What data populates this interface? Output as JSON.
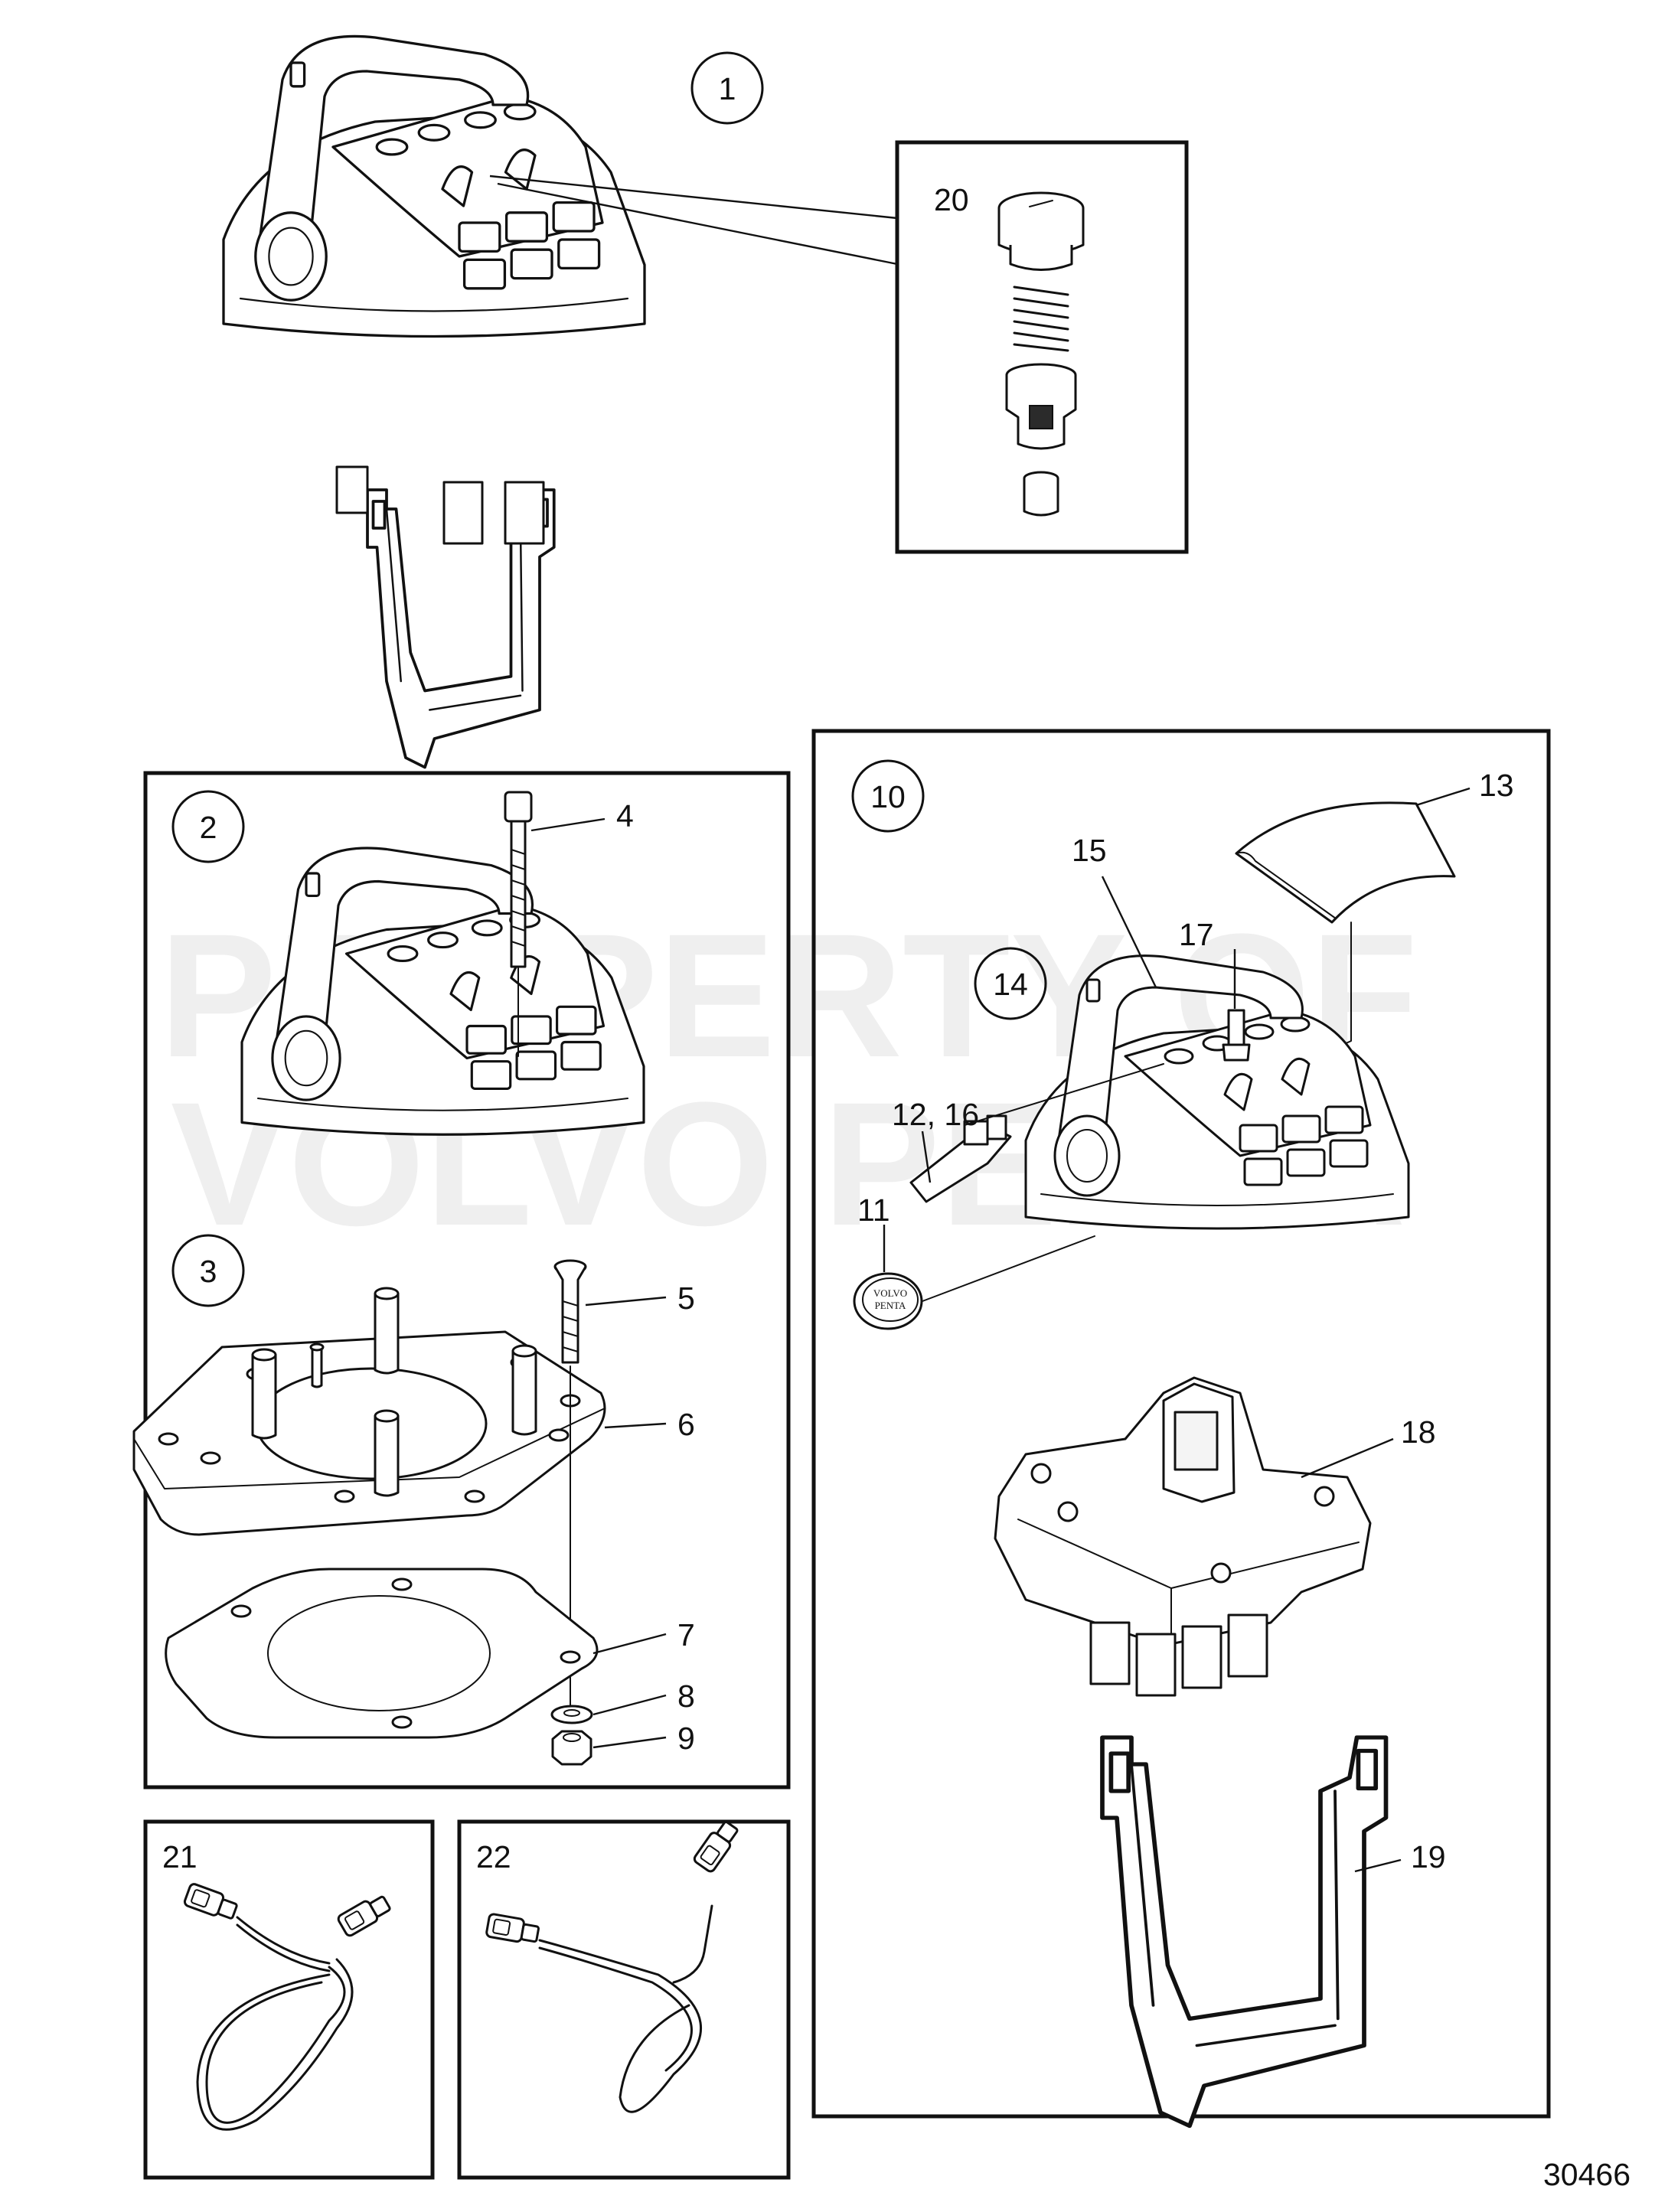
{
  "callouts": {
    "c1": "1",
    "c2": "2",
    "c3": "3",
    "c10": "10",
    "c14": "14"
  },
  "labels": {
    "l4": "4",
    "l5": "5",
    "l6": "6",
    "l7": "7",
    "l8": "8",
    "l9": "9",
    "l11": "11",
    "l12_16": "12, 16",
    "l13": "13",
    "l15": "15",
    "l17": "17",
    "l18": "18",
    "l19": "19",
    "l20": "20",
    "l21": "21",
    "l22": "22"
  },
  "watermark": {
    "line1": "PROPERTY OF",
    "line2": "VOLVO PENTA"
  },
  "badge": {
    "line1": "VOLVO",
    "line2": "PENTA"
  },
  "figure_number": "30466"
}
